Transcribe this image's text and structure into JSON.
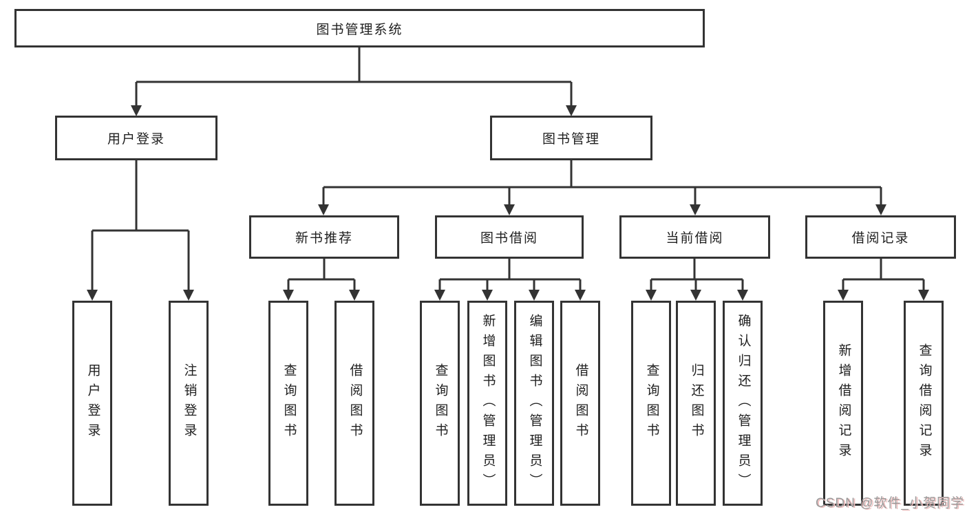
{
  "diagram": {
    "tree": {
      "label": "图书管理系统",
      "children": [
        {
          "label": "用户登录",
          "children": [
            {
              "label": "用户登录"
            },
            {
              "label": "注销登录"
            }
          ]
        },
        {
          "label": "图书管理",
          "children": [
            {
              "label": "新书推荐",
              "children": [
                {
                  "label": "查询图书"
                },
                {
                  "label": "借阅图书"
                }
              ]
            },
            {
              "label": "图书借阅",
              "children": [
                {
                  "label": "查询图书"
                },
                {
                  "label": "新增图书（管理员）"
                },
                {
                  "label": "编辑图书（管理员）"
                },
                {
                  "label": "借阅图书"
                }
              ]
            },
            {
              "label": "当前借阅",
              "children": [
                {
                  "label": "查询图书"
                },
                {
                  "label": "归还图书"
                },
                {
                  "label": "确认归还（管理员）"
                }
              ]
            },
            {
              "label": "借阅记录",
              "children": [
                {
                  "label": "新增借阅记录"
                },
                {
                  "label": "查询借阅记录"
                }
              ]
            }
          ]
        }
      ]
    }
  },
  "watermark": {
    "text": "CSDN @软件_小贺同学"
  },
  "colors": {
    "line": "#333333",
    "text": "#1f1f1f",
    "background": "#ffffff",
    "watermark_text": "#9a9a9a",
    "watermark_shadow": "#eebdbd"
  }
}
